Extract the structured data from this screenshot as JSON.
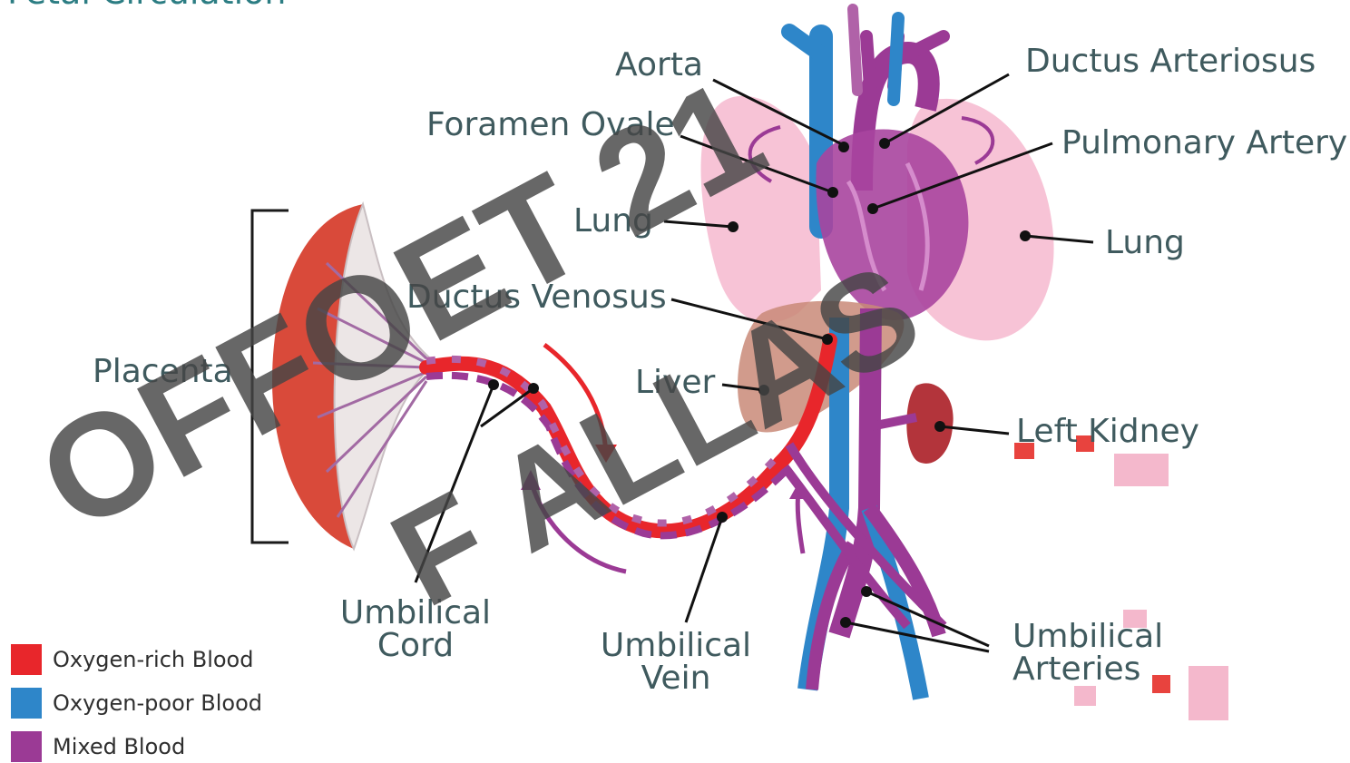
{
  "title": "Fetal Circulation",
  "labels": {
    "aorta": "Aorta",
    "ductus_arteriosus": "Ductus Arteriosus",
    "foramen_ovale": "Foramen Ovale",
    "pulmonary_artery": "Pulmonary Artery",
    "lung_left": "Lung",
    "lung_right": "Lung",
    "ductus_venosus": "Ductus Venosus",
    "placenta": "Placenta",
    "liver": "Liver",
    "left_kidney": "Left Kidney",
    "umbilical_cord": "Umbilical Cord",
    "umbilical_vein": "Umbilical Vein",
    "umbilical_arteries": "Umbilical Arteries"
  },
  "legend": [
    {
      "label": "Oxygen-rich Blood",
      "color": "#e8262b"
    },
    {
      "label": "Oxygen-poor Blood",
      "color": "#2e86c9"
    },
    {
      "label": "Mixed Blood",
      "color": "#9b3a95"
    }
  ],
  "watermark": {
    "line1": "OFFOET 21",
    "line2": "F ALLAS"
  },
  "colors": {
    "oxygen_rich": "#e8262b",
    "oxygen_poor": "#2e86c9",
    "mixed": "#9b3a95",
    "lung": "#f6b9cf",
    "liver": "#c98a78",
    "kidney": "#b3343b",
    "label_text": "#3f5a5e"
  }
}
